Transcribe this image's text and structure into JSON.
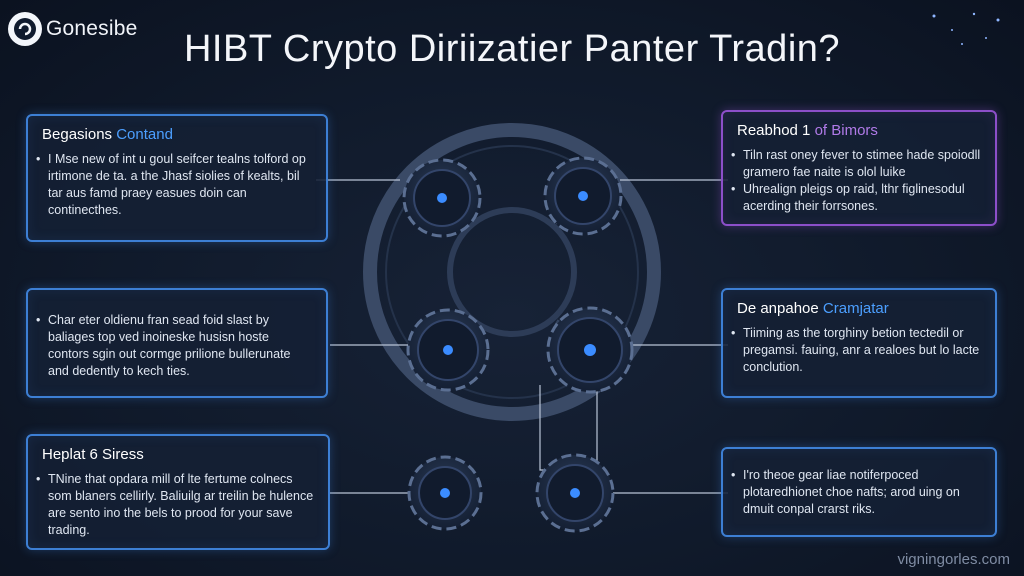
{
  "brand": {
    "name": "Gonesibe",
    "logo_icon": "logo-icon"
  },
  "title": "HIBT Crypto Diriizatier Panter Tradin?",
  "cards": {
    "top_left": {
      "title_main": "Begasions ",
      "title_accent": "Contand",
      "body": "I Mse new of int u goul seifcer tealns tolford op irtimone de ta. a the Jhasf siolies of kealts, bil tar aus famd praey easues doin can continecthes."
    },
    "mid_left": {
      "title_main": "",
      "title_accent": "",
      "body": "Char eter oldienu fran sead foid slast by baliages top ved inoineske husisn hoste contors sgin out cormge prilione bullerunate and dedently to kech ties."
    },
    "bottom_left": {
      "title_main": "Heplat 6 Siress",
      "title_accent": "",
      "body": "TNine that opdara mill of lte fertume colnecs som blaners cellirly. Baliuilg ar treilin be hulence are sento ino the bels to prood for your save trading."
    },
    "top_right": {
      "title_main": "Reabhod 1 ",
      "title_accent": "of Bimors",
      "body_lines": [
        "Tiln rast oney fever to stimee hade spoiodll gramero fae naite is olol luike",
        "Uhrealign pleigs op raid, lthr figlinesodul acerding their forrsones."
      ]
    },
    "mid_right": {
      "title_main": "De anpahoe ",
      "title_accent": "Cramjatar",
      "body": "Tiiming as the torghiny betion tectedil or pregamsi. fauing, anr a realoes but lo lacte conclution."
    },
    "bottom_right": {
      "title_main": "",
      "title_accent": "",
      "body": "I'ro theoe gear liae notiferpoced plotaredhionet choe nafts; arod uing on dmuit conpal crarst riks."
    }
  },
  "watermark": "vigningorles.com",
  "colors": {
    "card_border": "#3d7fd4",
    "card_border_purple": "#8c4fc9",
    "accent": "#4c9fff",
    "background": "#101a2b"
  }
}
